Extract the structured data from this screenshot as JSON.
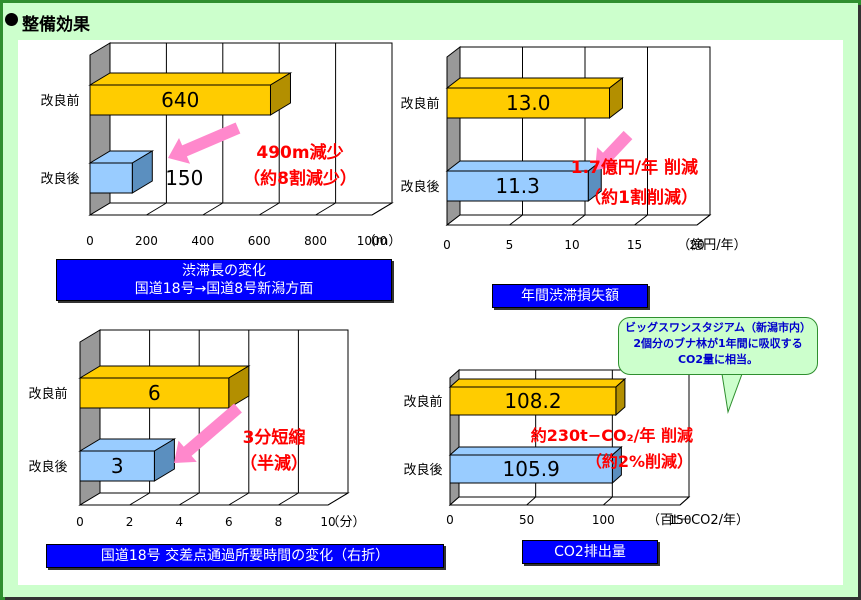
{
  "heading": "整備効果",
  "callout": "ビッグスワンスタジアム（新潟市内）2個分のブナ林が1年間に吸収するCO2量に相当。",
  "chart_data": [
    {
      "id": "chart1",
      "type": "bar",
      "orientation": "horizontal",
      "categories": [
        "改良前",
        "改良後"
      ],
      "values": [
        640,
        150
      ],
      "value_labels": [
        "640",
        "150"
      ],
      "xlim": [
        0,
        1000
      ],
      "ticks": [
        0,
        200,
        400,
        600,
        800,
        1000
      ],
      "tick_labels": [
        "0",
        "200",
        "400",
        "600",
        "800",
        "1000"
      ],
      "unit": "（m）",
      "caption": [
        "渋滞長の変化",
        "国道18号→国道8号新潟方面"
      ],
      "annotation": [
        "490m減少",
        "（約8割減少）"
      ],
      "grid": true
    },
    {
      "id": "chart2",
      "type": "bar",
      "orientation": "horizontal",
      "categories": [
        "改良前",
        "改良後"
      ],
      "values": [
        13.0,
        11.3
      ],
      "value_labels": [
        "13.0",
        "11.3"
      ],
      "xlim": [
        0,
        20
      ],
      "ticks": [
        0,
        5,
        10,
        15,
        20
      ],
      "tick_labels": [
        "0",
        "5",
        "10",
        "15",
        "20"
      ],
      "unit": "（億円/年）",
      "caption": [
        "年間渋滞損失額"
      ],
      "annotation": [
        "1.7億円/年 削減",
        "（約1割削減）"
      ],
      "grid": true
    },
    {
      "id": "chart3",
      "type": "bar",
      "orientation": "horizontal",
      "categories": [
        "改良前",
        "改良後"
      ],
      "values": [
        6,
        3
      ],
      "value_labels": [
        "6",
        "3"
      ],
      "xlim": [
        0,
        10
      ],
      "ticks": [
        0,
        2,
        4,
        6,
        8,
        10
      ],
      "tick_labels": [
        "0",
        "2",
        "4",
        "6",
        "8",
        "10"
      ],
      "unit": "（分）",
      "caption": [
        "国道18号 交差点通過所要時間の変化（右折）"
      ],
      "annotation": [
        "3分短縮",
        "（半減）"
      ],
      "grid": true
    },
    {
      "id": "chart4",
      "type": "bar",
      "orientation": "horizontal",
      "categories": [
        "改良前",
        "改良後"
      ],
      "values": [
        108.2,
        105.9
      ],
      "value_labels": [
        "108.2",
        "105.9"
      ],
      "xlim": [
        0,
        150
      ],
      "ticks": [
        0,
        50,
        100,
        150
      ],
      "tick_labels": [
        "0",
        "50",
        "100",
        "150"
      ],
      "unit": "（百t－CO2/年）",
      "caption": [
        "CO2排出量"
      ],
      "annotation": [
        "約230t−CO₂/年 削減",
        "（約2%削減）"
      ],
      "grid": true
    }
  ],
  "colors": {
    "before_bar": "#ffcc00",
    "after_bar": "#99ccff",
    "annotation": "#ff0000",
    "arrow": "#ff88cc",
    "caption_bg": "#0000ff"
  }
}
